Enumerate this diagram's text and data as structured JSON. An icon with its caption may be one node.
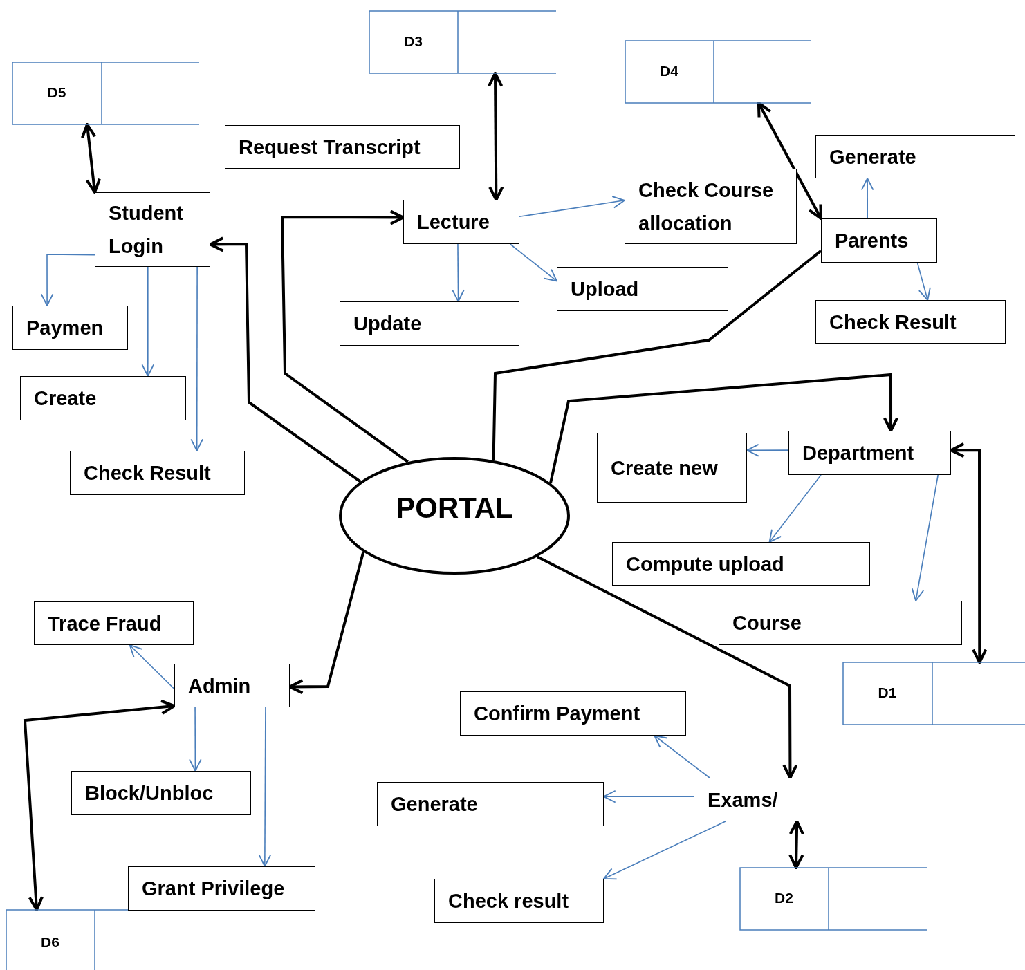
{
  "diagram": {
    "nodes": [
      {
        "text": [
          "D5"
        ]
      },
      {
        "text": [
          "D3"
        ]
      },
      {
        "text": [
          "D4"
        ]
      },
      {
        "text": [
          "Request Transcript"
        ]
      },
      {
        "text": [
          "Student Login"
        ]
      },
      {
        "text": [
          "Lecture"
        ]
      },
      {
        "text": [
          "Check Course allocation"
        ]
      },
      {
        "text": [
          "Generate"
        ]
      },
      {
        "text": [
          "Parents"
        ]
      },
      {
        "text": [
          "Paymen"
        ]
      },
      {
        "text": [
          "Update"
        ]
      },
      {
        "text": [
          "Upload"
        ]
      },
      {
        "text": [
          "Check Result"
        ]
      },
      {
        "text": [
          "Create"
        ]
      },
      {
        "text": [
          "Check Result"
        ]
      },
      {
        "text": [
          "PORTAL"
        ]
      },
      {
        "text": [
          "Create new"
        ]
      },
      {
        "text": [
          "Department"
        ]
      },
      {
        "text": [
          "Compute upload"
        ]
      },
      {
        "text": [
          "Course"
        ]
      },
      {
        "text": [
          "Trace Fraud"
        ]
      },
      {
        "text": [
          "D1"
        ]
      },
      {
        "text": [
          "Admin"
        ]
      },
      {
        "text": [
          "Confirm Payment"
        ]
      },
      {
        "text": [
          "Block/Unbloc"
        ]
      },
      {
        "text": [
          "Generate"
        ]
      },
      {
        "text": [
          "Exams/"
        ]
      },
      {
        "text": [
          "Grant Privilege"
        ]
      },
      {
        "text": [
          "Check result"
        ]
      },
      {
        "text": [
          "D2"
        ]
      },
      {
        "text": [
          "D6"
        ]
      }
    ],
    "edges": [
      {
        "from": 0,
        "to": 4,
        "arrow": "both",
        "style": "thick",
        "color": "#000000"
      },
      {
        "from": 1,
        "to": 5,
        "arrow": "both",
        "style": "thick",
        "color": "#000000"
      },
      {
        "from": 2,
        "to": 8,
        "arrow": "both",
        "style": "thick",
        "color": "#000000"
      },
      {
        "from": 15,
        "to": 5,
        "arrow": "to",
        "style": "thick",
        "color": "#000000"
      },
      {
        "from": 15,
        "to": 4,
        "arrow": "to",
        "style": "thick",
        "color": "#000000"
      },
      {
        "from": 15,
        "to": 8,
        "arrow": "none",
        "style": "thick",
        "color": "#000000"
      },
      {
        "from": 15,
        "to": 17,
        "arrow": "to",
        "style": "thick",
        "color": "#000000"
      },
      {
        "from": 17,
        "to": 21,
        "arrow": "both",
        "style": "thick",
        "color": "#000000"
      },
      {
        "from": 15,
        "to": 22,
        "arrow": "to",
        "style": "thick",
        "color": "#000000"
      },
      {
        "from": 22,
        "to": 30,
        "arrow": "both",
        "style": "thick",
        "color": "#000000"
      },
      {
        "from": 15,
        "to": 26,
        "arrow": "to",
        "style": "thick",
        "color": "#000000"
      },
      {
        "from": 26,
        "to": 29,
        "arrow": "both",
        "style": "thick",
        "color": "#000000"
      },
      {
        "from": 4,
        "to": 9,
        "arrow": "to"
      },
      {
        "from": 4,
        "to": 13,
        "arrow": "to"
      },
      {
        "from": 4,
        "to": 14,
        "arrow": "to"
      },
      {
        "from": 5,
        "to": 6,
        "arrow": "to"
      },
      {
        "from": 5,
        "to": 10,
        "arrow": "to"
      },
      {
        "from": 5,
        "to": 11,
        "arrow": "to"
      },
      {
        "from": 8,
        "to": 7,
        "arrow": "to"
      },
      {
        "from": 8,
        "to": 12,
        "arrow": "to"
      },
      {
        "from": 17,
        "to": 16,
        "arrow": "to"
      },
      {
        "from": 17,
        "to": 18,
        "arrow": "to"
      },
      {
        "from": 17,
        "to": 19,
        "arrow": "to"
      },
      {
        "from": 22,
        "to": 20,
        "arrow": "to"
      },
      {
        "from": 22,
        "to": 24,
        "arrow": "to"
      },
      {
        "from": 22,
        "to": 27,
        "arrow": "to"
      },
      {
        "from": 26,
        "to": 23,
        "arrow": "to"
      },
      {
        "from": 26,
        "to": 25,
        "arrow": "to"
      },
      {
        "from": 26,
        "to": 28,
        "arrow": "to"
      }
    ]
  }
}
